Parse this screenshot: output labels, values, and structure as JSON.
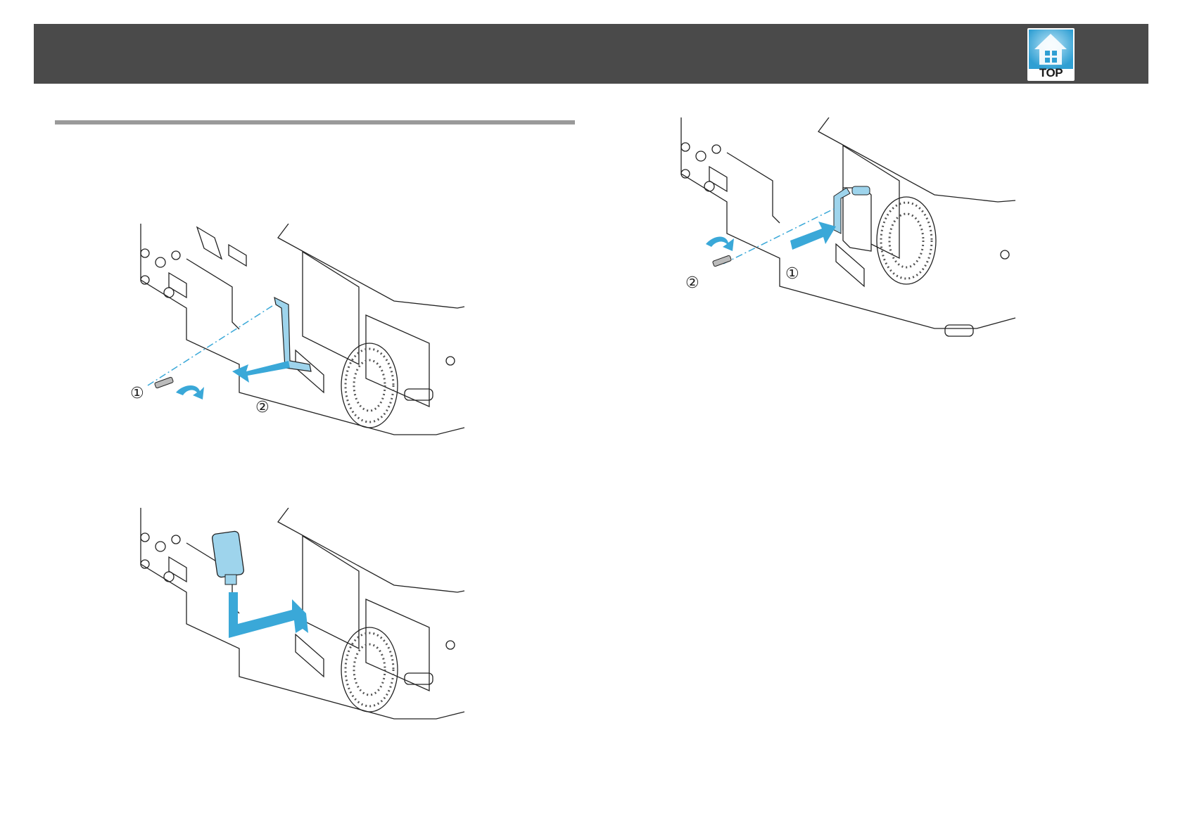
{
  "header": {
    "top_button_label": "TOP",
    "bar_color": "#4a4a4a",
    "accent_color": "#3aa8d8"
  },
  "figures": [
    {
      "id": "remove-cover",
      "callouts": [
        "①",
        "②"
      ]
    },
    {
      "id": "insert-wireless-module",
      "callouts": []
    },
    {
      "id": "attach-cover",
      "callouts": [
        "①",
        "②"
      ]
    }
  ]
}
